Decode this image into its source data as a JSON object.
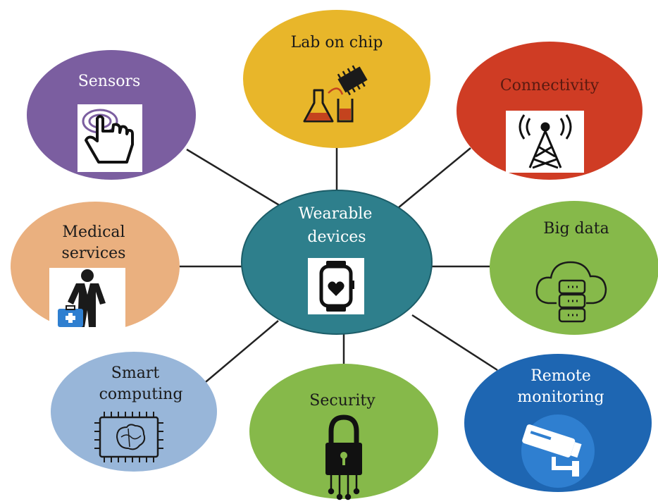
{
  "center": {
    "lines": [
      "Wearable",
      "devices"
    ],
    "color": "#2e7f8c",
    "icon": "smartwatch-heart-icon"
  },
  "nodes": [
    {
      "id": "sensors",
      "lines": [
        "Sensors"
      ],
      "color": "#7b5ea0",
      "icon": "touch-hand-icon"
    },
    {
      "id": "lab-on-chip",
      "lines": [
        "Lab on chip"
      ],
      "color": "#e8b62a",
      "icon": "lab-chip-icon"
    },
    {
      "id": "connectivity",
      "lines": [
        "Connectivity"
      ],
      "color": "#cf3c24",
      "icon": "signal-tower-icon"
    },
    {
      "id": "big-data",
      "lines": [
        "Big data"
      ],
      "color": "#86b94a",
      "icon": "cloud-database-icon"
    },
    {
      "id": "remote-monitoring",
      "lines": [
        "Remote",
        "monitoring"
      ],
      "color": "#1e66b2",
      "icon": "security-camera-icon"
    },
    {
      "id": "security",
      "lines": [
        "Security"
      ],
      "color": "#86b94a",
      "icon": "padlock-circuit-icon"
    },
    {
      "id": "smart-computing",
      "lines": [
        "Smart",
        "computing"
      ],
      "color": "#98b6d9",
      "icon": "processor-brain-icon"
    },
    {
      "id": "medical-services",
      "lines": [
        "Medical",
        "services"
      ],
      "color": "#eab07f",
      "icon": "doctor-medkit-icon"
    }
  ]
}
